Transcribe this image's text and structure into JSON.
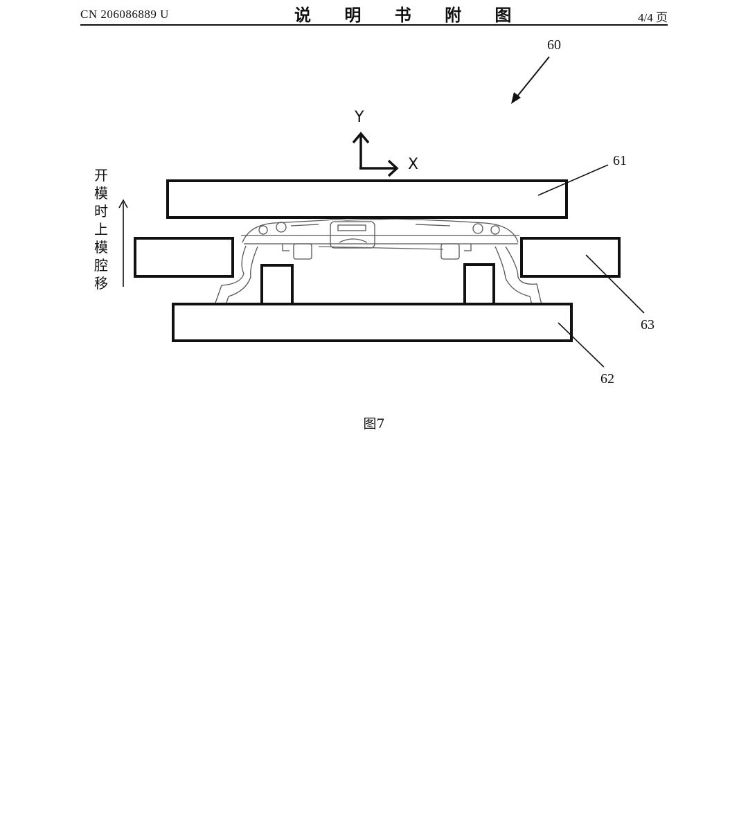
{
  "header": {
    "patent_number": "CN 206086889 U",
    "title": "说 明 书 附 图",
    "page": "4/4 页"
  },
  "figure": {
    "caption": "图7",
    "side_note": "开模时上模腔移",
    "axes": {
      "y": "Y",
      "x": "X"
    },
    "labels": {
      "assembly": "60",
      "upper_mold": "61",
      "lower_mold": "62",
      "side_block": "63"
    }
  }
}
